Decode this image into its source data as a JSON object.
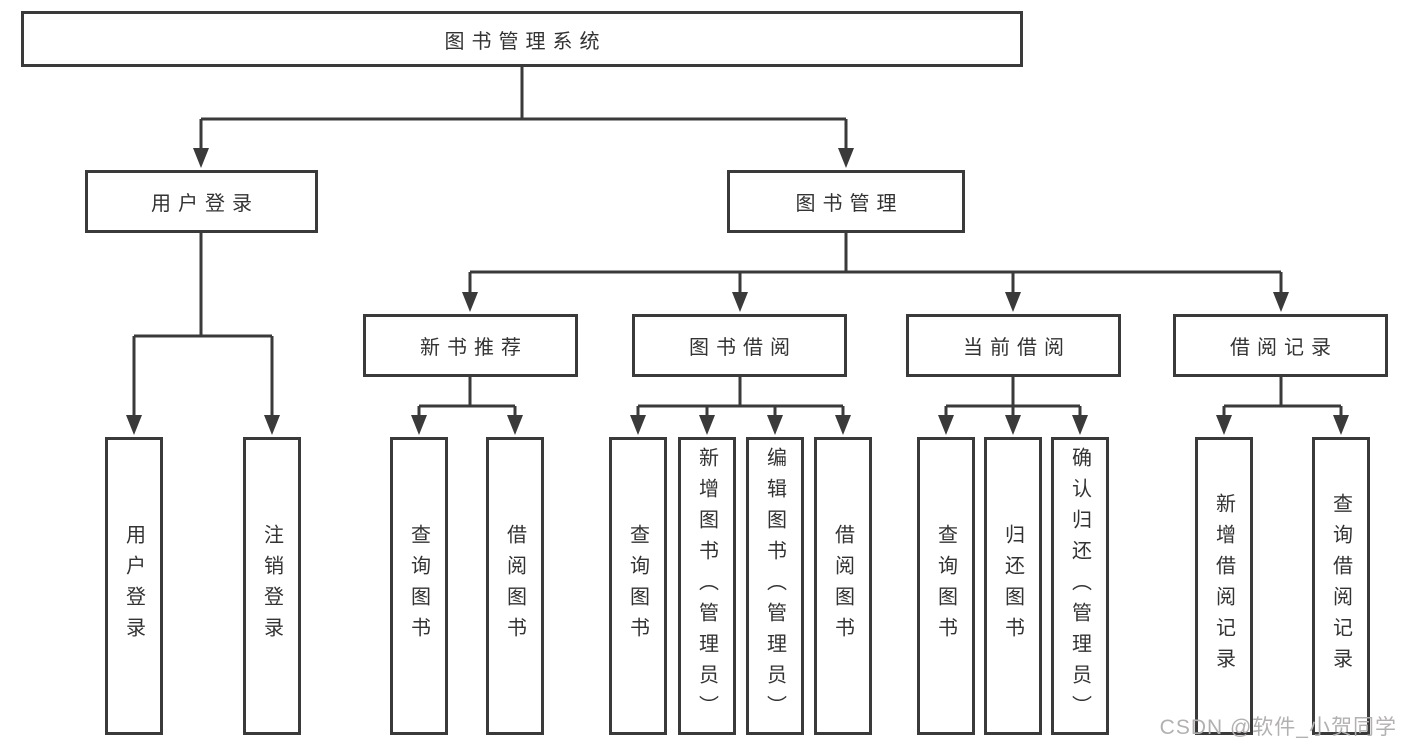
{
  "tree": {
    "root": {
      "label": "图书管理系统"
    },
    "branches": [
      {
        "label": "用户登录",
        "children": [
          {
            "label": "用户登录"
          },
          {
            "label": "注销登录"
          }
        ]
      },
      {
        "label": "图书管理",
        "children": [
          {
            "label": "新书推荐",
            "children": [
              {
                "label": "查询图书"
              },
              {
                "label": "借阅图书"
              }
            ]
          },
          {
            "label": "图书借阅",
            "children": [
              {
                "label": "查询图书"
              },
              {
                "label": "新增图书（管理员）"
              },
              {
                "label": "编辑图书（管理员）"
              },
              {
                "label": "借阅图书"
              }
            ]
          },
          {
            "label": "当前借阅",
            "children": [
              {
                "label": "查询图书"
              },
              {
                "label": "归还图书"
              },
              {
                "label": "确认归还（管理员）"
              }
            ]
          },
          {
            "label": "借阅记录",
            "children": [
              {
                "label": "新增借阅记录"
              },
              {
                "label": "查询借阅记录"
              }
            ]
          }
        ]
      }
    ]
  },
  "watermark": {
    "text": "CSDN @软件_小贺同学"
  },
  "colors": {
    "line": "#3a3a3a",
    "text": "#333333",
    "background": "#ffffff",
    "watermark": "#b3b0b0"
  }
}
